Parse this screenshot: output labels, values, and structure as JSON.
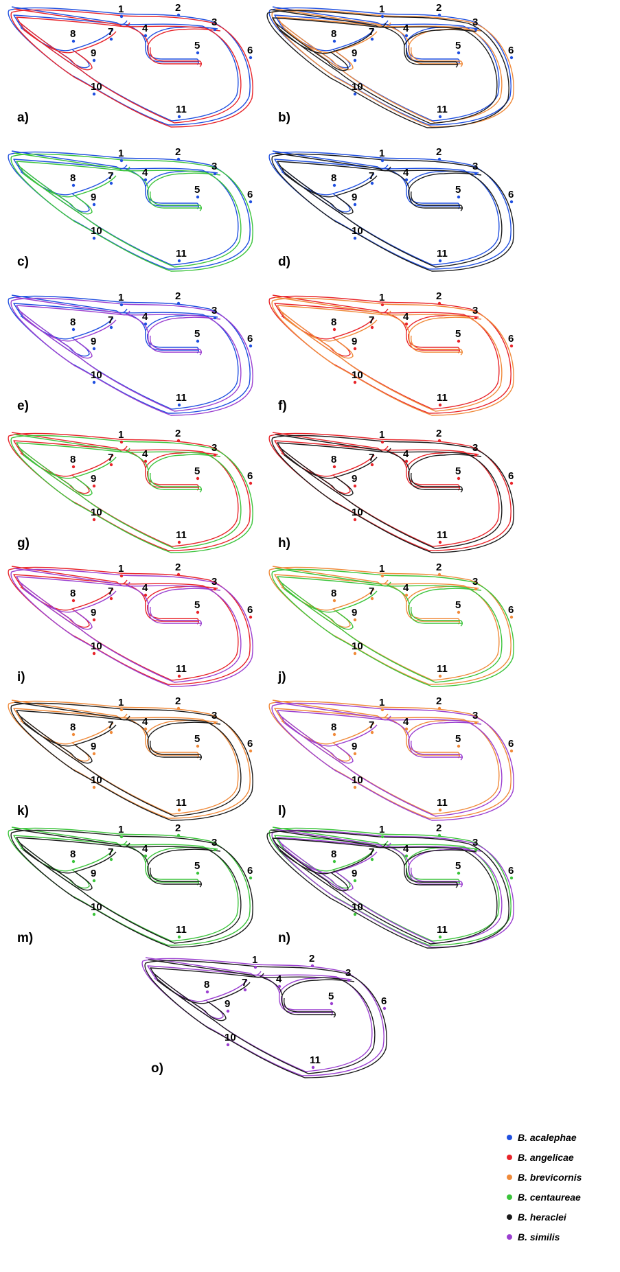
{
  "landmarks": [
    "1",
    "2",
    "3",
    "4",
    "5",
    "6",
    "7",
    "8",
    "9",
    "10",
    "11"
  ],
  "species": [
    {
      "name": "B. acalephae",
      "color": "#1f4fe0"
    },
    {
      "name": "B. angelicae",
      "color": "#e8242a"
    },
    {
      "name": "B. brevicornis",
      "color": "#f08a3a"
    },
    {
      "name": "B. centaureae",
      "color": "#3bc43b"
    },
    {
      "name": "B. heraclei",
      "color": "#1a1a1a"
    },
    {
      "name": "B. similis",
      "color": "#9b3fd0"
    }
  ],
  "panels": [
    {
      "label": "a)",
      "colors": [
        "#1f4fe0",
        "#e8242a"
      ]
    },
    {
      "label": "b)",
      "colors": [
        "#1f4fe0",
        "#f08a3a",
        "#1a1a1a"
      ]
    },
    {
      "label": "c)",
      "colors": [
        "#1f4fe0",
        "#3bc43b"
      ]
    },
    {
      "label": "d)",
      "colors": [
        "#1f4fe0",
        "#1a1a1a"
      ]
    },
    {
      "label": "e)",
      "colors": [
        "#1f4fe0",
        "#9b3fd0"
      ]
    },
    {
      "label": "f)",
      "colors": [
        "#e8242a",
        "#f08a3a"
      ]
    },
    {
      "label": "g)",
      "colors": [
        "#e8242a",
        "#3bc43b"
      ]
    },
    {
      "label": "h)",
      "colors": [
        "#e8242a",
        "#1a1a1a"
      ]
    },
    {
      "label": "i)",
      "colors": [
        "#e8242a",
        "#9b3fd0"
      ]
    },
    {
      "label": "j)",
      "colors": [
        "#f08a3a",
        "#3bc43b"
      ]
    },
    {
      "label": "k)",
      "colors": [
        "#f08a3a",
        "#1a1a1a"
      ]
    },
    {
      "label": "l)",
      "colors": [
        "#f08a3a",
        "#9b3fd0"
      ]
    },
    {
      "label": "m)",
      "colors": [
        "#3bc43b",
        "#1a1a1a"
      ]
    },
    {
      "label": "n)",
      "colors": [
        "#3bc43b",
        "#9b3fd0",
        "#1a1a1a"
      ]
    },
    {
      "label": "o)",
      "colors": [
        "#9b3fd0",
        "#1a1a1a"
      ]
    }
  ]
}
